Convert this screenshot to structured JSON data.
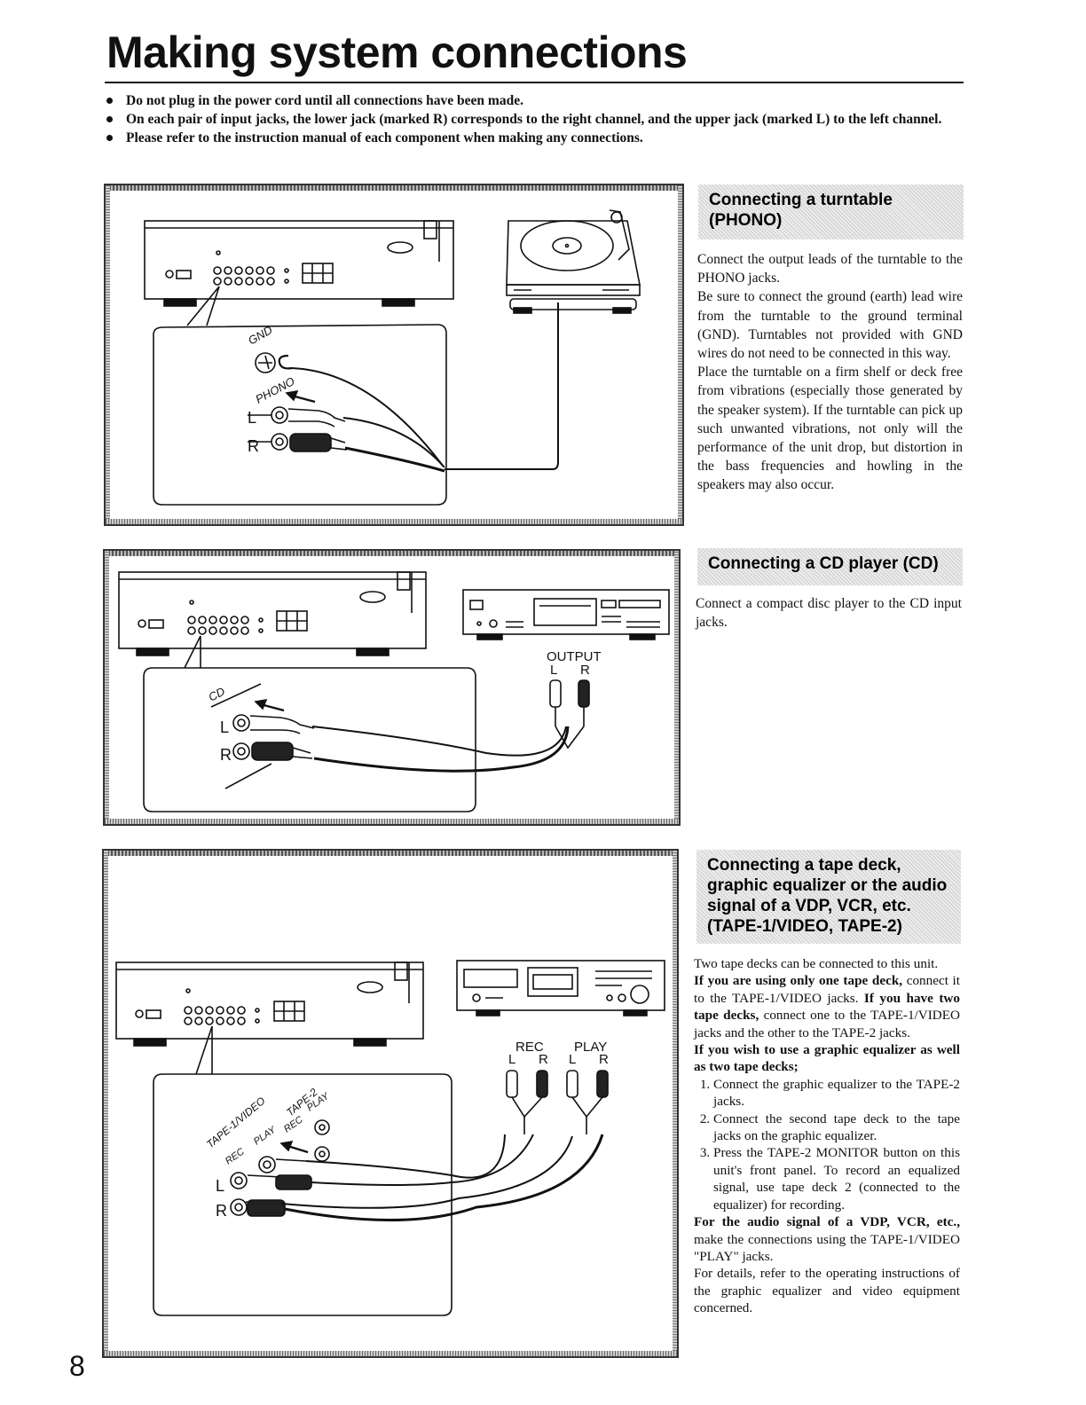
{
  "page": {
    "title": "Making system connections",
    "number": "8"
  },
  "intro_bullets": [
    "Do not plug in the power cord until all connections have been made.",
    "On each pair of input jacks, the lower jack (marked R) corresponds to the right channel, and the upper jack (marked L) to the left channel.",
    "Please refer to the instruction manual of each component when making any connections."
  ],
  "sections": {
    "phono": {
      "heading": "Connecting a turntable (PHONO)",
      "paragraphs": [
        "Connect the output leads of the turntable to the PHONO jacks.",
        "Be sure to connect the ground (earth) lead wire from the turntable to the ground terminal (GND). Turntables not provided with GND wires do not need to be connected in this way.",
        "Place the turntable on a firm shelf or deck free from vibrations (especially those generated by the speaker system). If the turntable can pick up such unwanted vibrations, not only will the performance of the unit drop, but distortion in the bass frequencies and howling in the speakers may also occur."
      ],
      "figure_labels": {
        "gnd": "GND",
        "phono": "PHONO",
        "left": "L",
        "right": "R"
      }
    },
    "cd": {
      "heading": "Connecting a CD player (CD)",
      "paragraphs": [
        "Connect a compact disc player to the CD input jacks."
      ],
      "figure_labels": {
        "cd": "CD",
        "left": "L",
        "right": "R",
        "output": "OUTPUT",
        "out_left": "L",
        "out_right": "R"
      }
    },
    "tape": {
      "heading": "Connecting a tape deck, graphic equalizer or the audio signal of a VDP, VCR, etc. (TAPE-1/VIDEO, TAPE-2)",
      "intro": "Two tape decks can be connected to this unit.",
      "p1_bold": "If you are using only one tape deck,",
      "p1_text": " connect it to the TAPE-1/VIDEO jacks. ",
      "p1_bold2": "If you have two tape decks,",
      "p1_text2": " connect one to the TAPE-1/VIDEO jacks and the other to the TAPE-2 jacks.",
      "p2_bold": "If you wish to use a graphic equalizer as well as two tape decks;",
      "steps": [
        "Connect the graphic equalizer to the TAPE-2 jacks.",
        "Connect the second tape deck to the tape jacks on the graphic equalizer.",
        "Press the TAPE-2 MONITOR button on this unit's front panel. To record an equalized signal, use tape deck 2 (connected to the equalizer) for recording."
      ],
      "p3_bold": "For the audio signal of a VDP, VCR, etc.,",
      "p3_text": " make the connections using the TAPE-1/VIDEO \"PLAY\" jacks.",
      "p4": "For details, refer to the operating instructions of the graphic equalizer and video equipment concerned.",
      "figure_labels": {
        "tape1": "TAPE-1/VIDEO",
        "tape2": "TAPE-2",
        "rec": "REC",
        "play": "PLAY",
        "left": "L",
        "right": "R",
        "deck_rec": "REC",
        "deck_play": "PLAY",
        "rec_l": "L",
        "rec_r": "R",
        "play_l": "L",
        "play_r": "R"
      }
    }
  },
  "colors": {
    "ink": "#111111",
    "heading_bg": "#dddddd",
    "figure_border": "#333333"
  }
}
